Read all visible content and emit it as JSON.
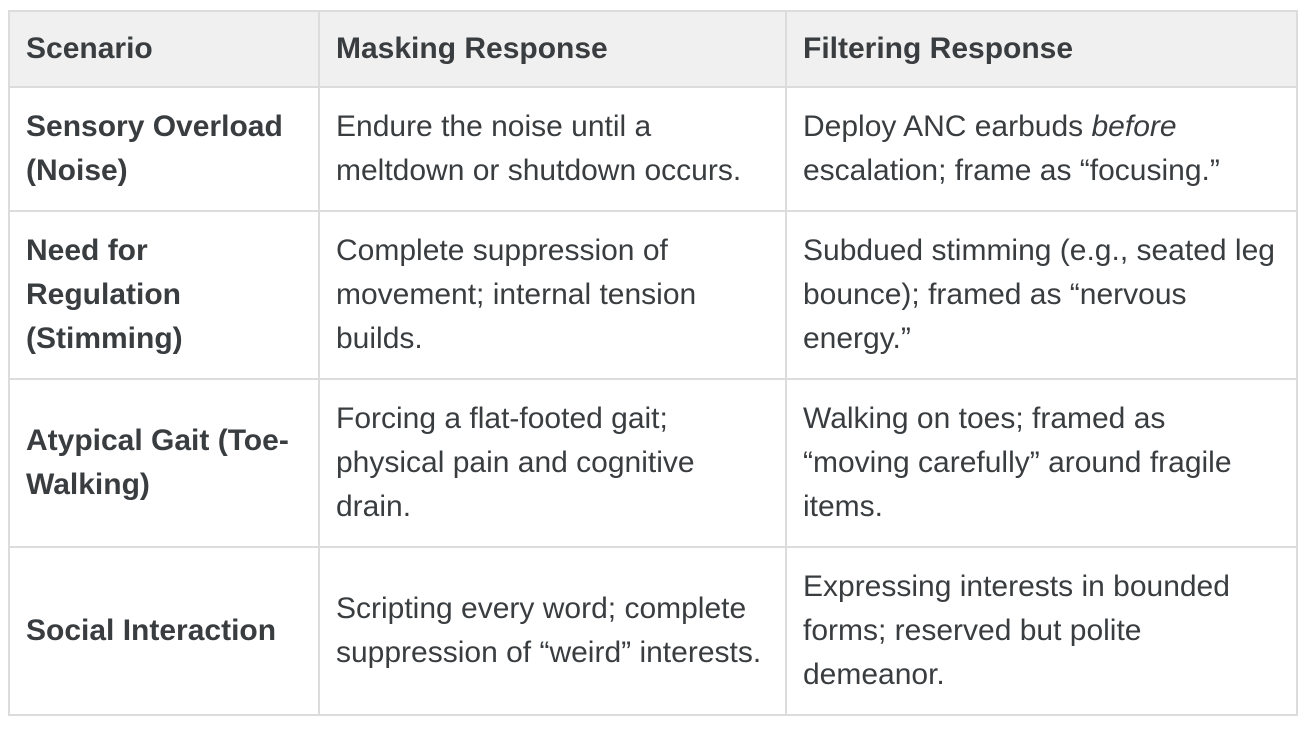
{
  "colors": {
    "page_background": "#ffffff",
    "header_background": "#f0f0f0",
    "border": "#dcdcdc",
    "text": "#3a3d40"
  },
  "table": {
    "columns": [
      {
        "label": "Scenario"
      },
      {
        "label": "Masking Response"
      },
      {
        "label": "Filtering Response"
      }
    ],
    "rows": [
      {
        "scenario": "Sensory Overload\n(Noise)",
        "masking": [
          {
            "text": "Endure the noise until a\nmeltdown or shutdown occurs."
          }
        ],
        "filtering": [
          {
            "text": "Deploy ANC earbuds "
          },
          {
            "text": "before",
            "italic": true
          },
          {
            "text": "\nescalation; frame as “focusing.”"
          }
        ]
      },
      {
        "scenario": "Need for\nRegulation\n(Stimming)",
        "masking": [
          {
            "text": "Complete suppression of\nmovement; internal tension\nbuilds."
          }
        ],
        "filtering": [
          {
            "text": "Subdued stimming (e.g., seated leg\nbounce); framed as “nervous\nenergy.”"
          }
        ]
      },
      {
        "scenario": "Atypical Gait (Toe-\nWalking)",
        "masking": [
          {
            "text": "Forcing a flat-footed gait;\nphysical pain and cognitive\ndrain."
          }
        ],
        "filtering": [
          {
            "text": "Walking on toes; framed as\n“moving carefully” around fragile\nitems."
          }
        ]
      },
      {
        "scenario": "Social Interaction",
        "masking": [
          {
            "text": "Scripting every word; complete\nsuppression of “weird” interests."
          }
        ],
        "filtering": [
          {
            "text": "Expressing interests in bounded\nforms; reserved but polite\ndemeanor."
          }
        ]
      }
    ]
  }
}
